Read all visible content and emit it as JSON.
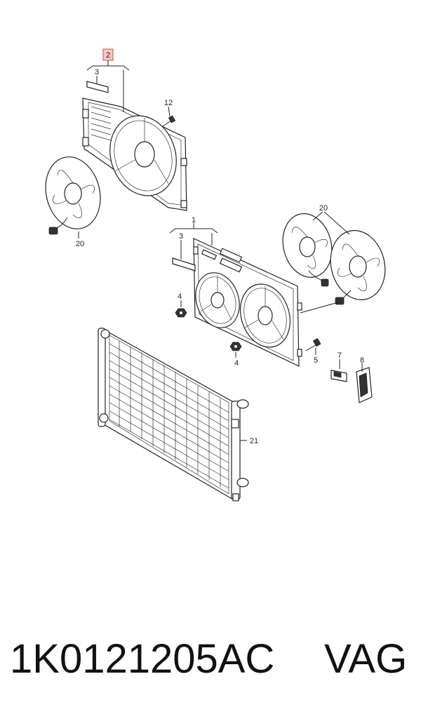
{
  "callouts": {
    "c2": "2",
    "c3_top": "3",
    "c12": "12",
    "c20_left": "20",
    "c20_right": "20",
    "c1": "1",
    "c3_mid": "3",
    "c4_top": "4",
    "c4_bottom": "4",
    "c5": "5",
    "c7": "7",
    "c8": "8",
    "c21": "21"
  },
  "caption": {
    "part_number": "1K0121205AC",
    "brand": "VAG"
  },
  "colors": {
    "highlight": "#f6c6c6",
    "highlight_border": "#d04848",
    "line": "#222222"
  }
}
